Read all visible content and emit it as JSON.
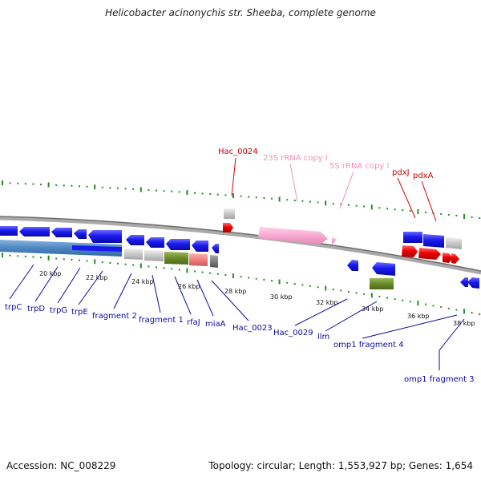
{
  "title": "Helicobacter acinonychis str. Sheeba, complete genome",
  "footer": {
    "accession": "Accession: NC_008229",
    "topology": "Topology: circular; Length: 1,553,927 bp; Genes: 1,654"
  },
  "scale_labels": [
    "20 kbp",
    "22 kbp",
    "24 kbp",
    "26 kbp",
    "28 kbp",
    "30 kbp",
    "32 kbp",
    "34 kbp",
    "36 kbp",
    "38 kbp"
  ],
  "top_labels": [
    {
      "name": "label-hac0024",
      "text": "Hac_0024",
      "color": "#cc0000"
    },
    {
      "name": "label-23s-rrna",
      "text": "23S rRNA copy I",
      "color": "#f090b8"
    },
    {
      "name": "label-5s-rrna",
      "text": "5S rRNA copy I",
      "color": "#f090b8"
    },
    {
      "name": "label-pdxj",
      "text": "pdxJ",
      "color": "#cc0000"
    },
    {
      "name": "label-pdxa",
      "text": "pdxA",
      "color": "#cc0000"
    }
  ],
  "bottom_labels": [
    {
      "name": "label-trpc",
      "text": "trpC"
    },
    {
      "name": "label-trpd",
      "text": "trpD"
    },
    {
      "name": "label-trpg",
      "text": "trpG"
    },
    {
      "name": "label-trpe",
      "text": "trpE"
    },
    {
      "name": "label-fragment2",
      "text": "fragment 2"
    },
    {
      "name": "label-fragment1",
      "text": "fragment 1"
    },
    {
      "name": "label-rfaj",
      "text": "rfaJ"
    },
    {
      "name": "label-miaa",
      "text": "miaA"
    },
    {
      "name": "label-hac0023",
      "text": "Hac_0023"
    },
    {
      "name": "label-hac0029",
      "text": "Hac_0029"
    },
    {
      "name": "label-llm",
      "text": "llm"
    },
    {
      "name": "label-omp1-fragment4",
      "text": "omp1 fragment 4"
    },
    {
      "name": "label-omp1-fragment3",
      "text": "omp1 fragment 3"
    }
  ],
  "colors": {
    "cds": "#1a1aee",
    "gene_red": "#ee0000",
    "rrna": "#f7a8d0",
    "misc_gray": "#c8c8c8",
    "green": "#6a8a2a",
    "steelblue": "#4d86c0",
    "salmon": "#f08080",
    "ticks": "#2a8a2a",
    "backbone": "#999999"
  }
}
